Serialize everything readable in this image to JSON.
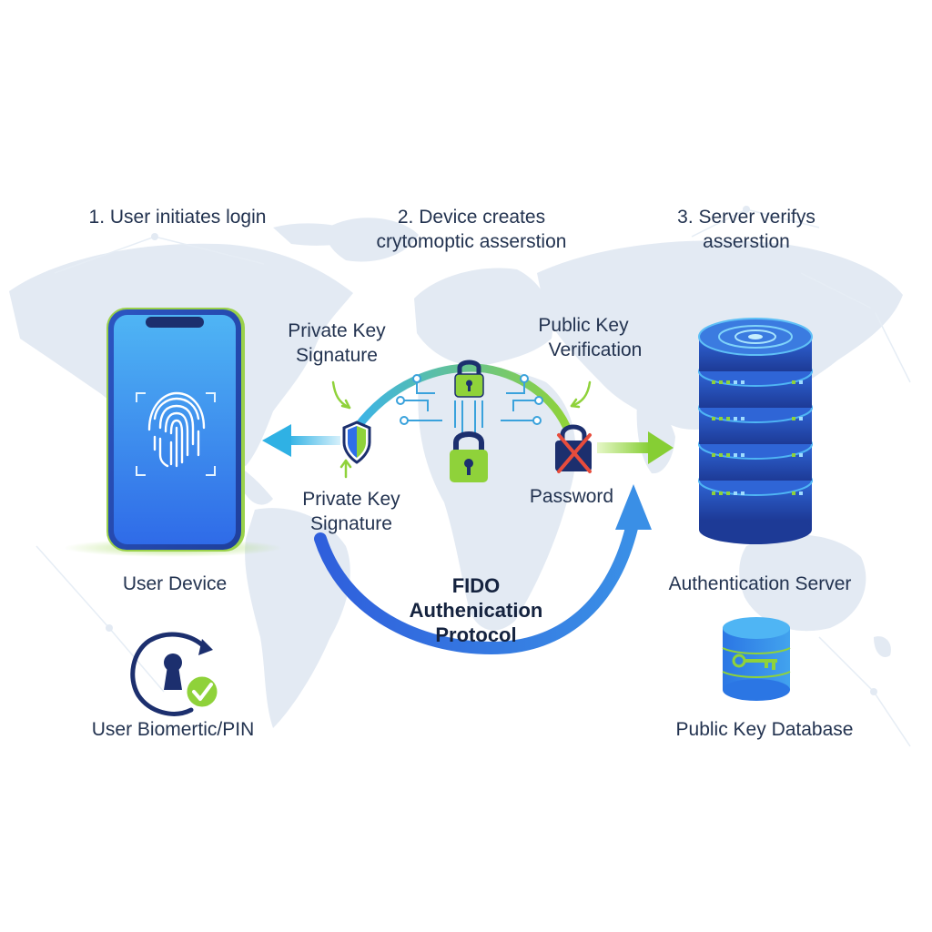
{
  "steps": {
    "step1": "1. User initiates login",
    "step2_line1": "2. Device creates",
    "step2_line2": "crytomoptic asserstion",
    "step3_line1": "3. Server verifys",
    "step3_line2": "asserstion"
  },
  "labels": {
    "private_key_top_line1": "Private Key",
    "private_key_top_line2": "Signature",
    "public_key_line1": "Public Key",
    "public_key_line2": "Verification",
    "private_key_bottom_line1": "Private Key",
    "private_key_bottom_line2": "Signature",
    "password": "Password",
    "protocol_line1": "FIDO",
    "protocol_line2": "Authenication",
    "protocol_line3": "Protocol",
    "user_device": "User Device",
    "user_biometric": "User Biomertic/PIN",
    "auth_server": "Authentication Server",
    "public_key_db": "Public Key Database"
  },
  "colors": {
    "accent_blue": "#2f6fe8",
    "accent_green": "#8fd23a",
    "navy": "#1c2f6e",
    "map": "#dfe8f2"
  },
  "icons": [
    "fingerprint-icon",
    "shield-icon",
    "lock-icon",
    "padlock-icon",
    "crossed-lock-icon",
    "keyhole-icon",
    "check-icon",
    "server-icon",
    "database-icon",
    "key-icon"
  ]
}
